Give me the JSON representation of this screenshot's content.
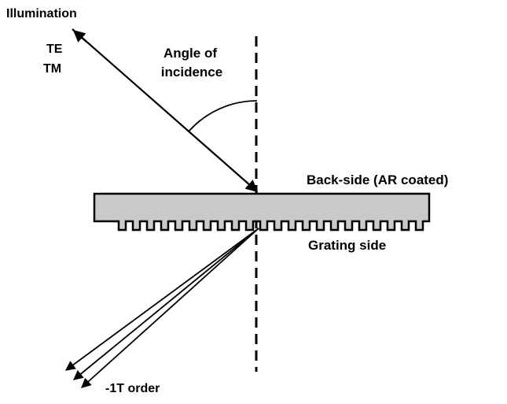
{
  "diagram": {
    "labels": {
      "illumination": "Illumination",
      "te": "TE",
      "tm": "TM",
      "angle_line1": "Angle of",
      "angle_line2": "incidence",
      "back_side": "Back-side (AR coated)",
      "grating_side": "Grating side",
      "order": "-1T order"
    },
    "colors": {
      "slab_fill": "#c9c9c9",
      "line": "#000000",
      "background": "#ffffff"
    }
  }
}
